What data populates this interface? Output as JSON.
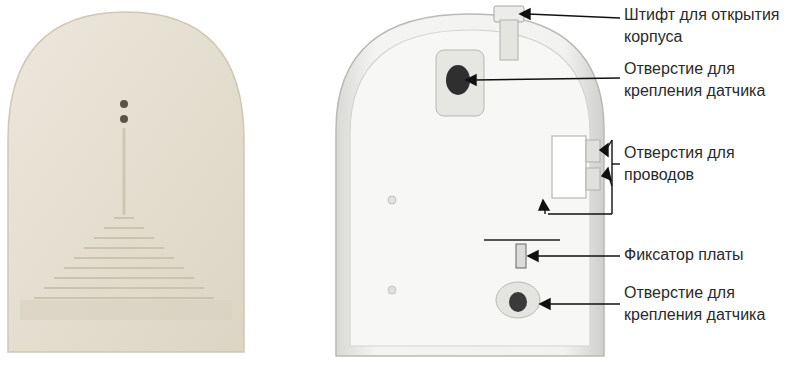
{
  "diagram": {
    "labels": [
      "Штифт для открытия корпуса",
      "Отверстие для крепления датчика",
      "Отверстия для проводов",
      "Фиксатор платы",
      "Отверстие для крепления датчика"
    ]
  }
}
